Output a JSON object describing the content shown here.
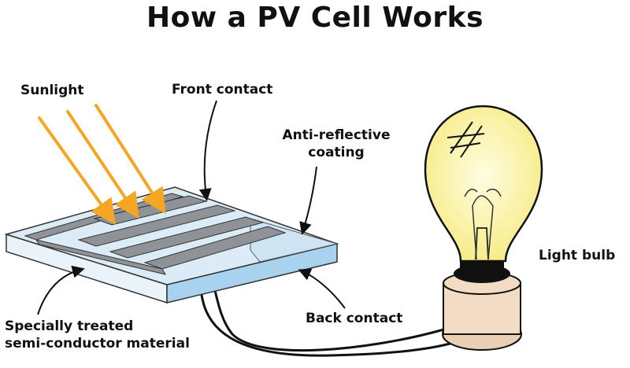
{
  "title": "How a PV Cell Works",
  "labels": {
    "sunlight": "Sunlight",
    "front_contact": "Front contact",
    "anti_reflective_line1": "Anti-reflective",
    "anti_reflective_line2": "coating",
    "light_bulb": "Light bulb",
    "back_contact": "Back contact",
    "semiconductor_line1": "Specially treated",
    "semiconductor_line2": "semi-conductor material"
  },
  "colors": {
    "sunlight_ray": "#f5a623",
    "panel_top": "#dcecf6",
    "panel_edge": "#a9d2ef",
    "grid_contact": "#8f9296",
    "bulb_glass": "#fdf6a3",
    "bulb_base": "#f2dcc4",
    "socket": "#111111"
  }
}
